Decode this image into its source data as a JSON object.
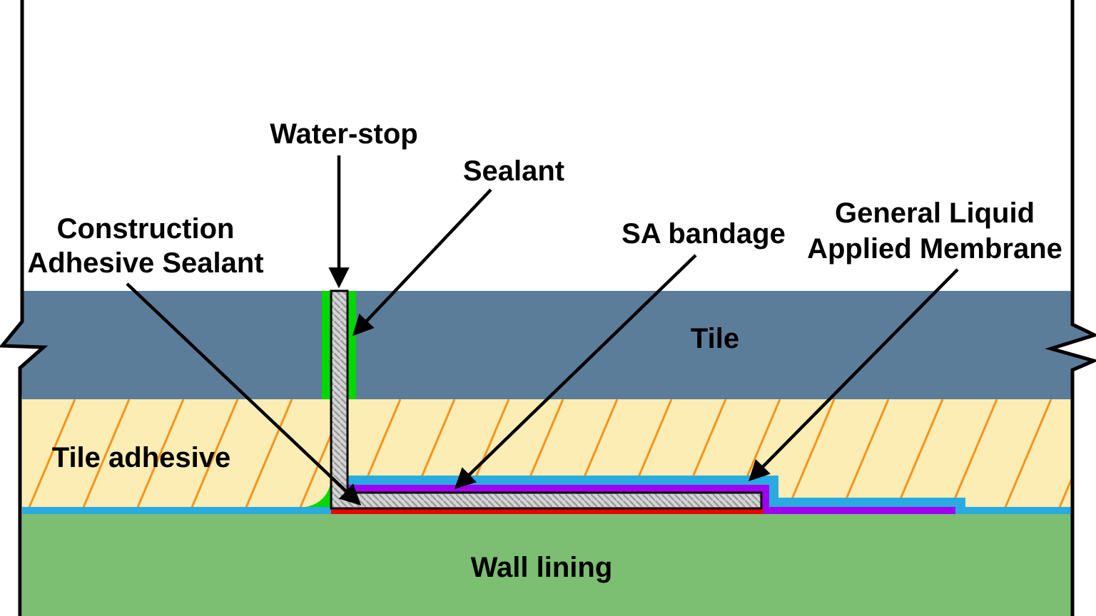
{
  "diagram": {
    "labels": {
      "water_stop": "Water-stop",
      "sealant": "Sealant",
      "construction_adhesive_sealant_line1": "Construction",
      "construction_adhesive_sealant_line2": "Adhesive Sealant",
      "sa_bandage": "SA bandage",
      "general_liquid_applied_membrane_line1": "General Liquid",
      "general_liquid_applied_membrane_line2": "Applied Membrane",
      "tile": "Tile",
      "tile_adhesive": "Tile adhesive",
      "wall_lining": "Wall lining"
    },
    "colors": {
      "background": "#FFFFFF",
      "outline": "#000000",
      "tile": "#5C7D9A",
      "tile_adhesive": "#FBEDB4",
      "adhesive_hatch": "#F7941E",
      "wall_lining": "#7CBE72",
      "membrane_cyan": "#29ABE2",
      "membrane_purple": "#A001F0",
      "adhesive_red": "#EE0000",
      "sealant_green": "#00D800",
      "bandage_fill": "#D4D4D4",
      "bandage_hatch": "#9A9A9A"
    }
  }
}
